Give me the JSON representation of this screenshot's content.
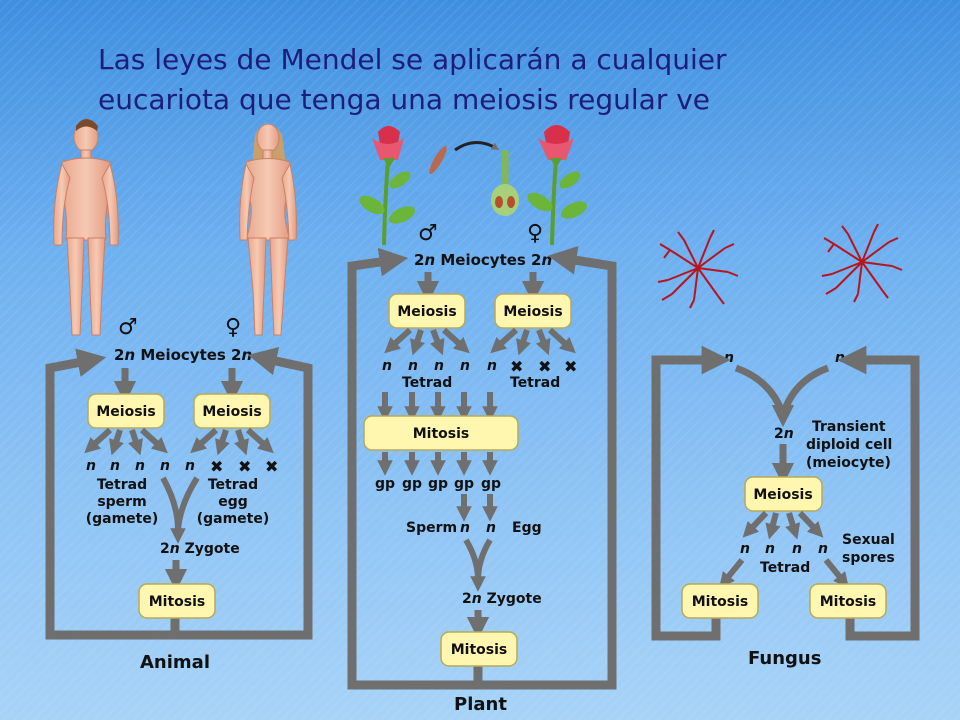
{
  "title": {
    "line1": "Las leyes de Mendel se aplicarán a cualquier",
    "line2": "eucariota que tenga una meiosis regular ve"
  },
  "colors": {
    "background_top": "#3f8fe0",
    "background_bottom": "#a7d3f8",
    "title_text": "#1d1d7a",
    "box_fill": "#fff7b0",
    "arrow": "#6f6f6f",
    "fungus_red": "#b8141e"
  },
  "symbols": {
    "male": "♂",
    "female": "♀",
    "block": "✖"
  },
  "animal": {
    "meiocytes": {
      "prefix": "2",
      "n": "n",
      "text": " Meiocytes 2",
      "n2": "n"
    },
    "meiosis_left": "Meiosis",
    "meiosis_right": "Meiosis",
    "n": "n",
    "tetrad_sperm": [
      "Tetrad",
      "sperm",
      "(gamete)"
    ],
    "tetrad_egg": [
      "Tetrad",
      "egg",
      "(gamete)"
    ],
    "zygote": {
      "prefix": "2",
      "n": "n",
      "text": " Zygote"
    },
    "mitosis": "Mitosis",
    "label": "Animal"
  },
  "plant": {
    "meiocytes": {
      "prefix": "2",
      "n": "n",
      "text": " Meiocytes 2",
      "n2": "n"
    },
    "meiosis_left": "Meiosis",
    "meiosis_right": "Meiosis",
    "n": "n",
    "tetrad_left": "Tetrad",
    "tetrad_right": "Tetrad",
    "mitosis_wide": "Mitosis",
    "gp": "gp",
    "sperm": "Sperm",
    "egg": "Egg",
    "zygote": {
      "prefix": "2",
      "n": "n",
      "text": " Zygote"
    },
    "mitosis": "Mitosis",
    "label": "Plant"
  },
  "fungus": {
    "n": "n",
    "two_n": {
      "prefix": "2",
      "n": "n"
    },
    "transient": [
      "Transient",
      "diploid cell",
      "(meiocyte)"
    ],
    "meiosis": "Meiosis",
    "tetrad": "Tetrad",
    "sexual_spores": [
      "Sexual",
      "spores"
    ],
    "mitosis_left": "Mitosis",
    "mitosis_right": "Mitosis",
    "label": "Fungus"
  }
}
